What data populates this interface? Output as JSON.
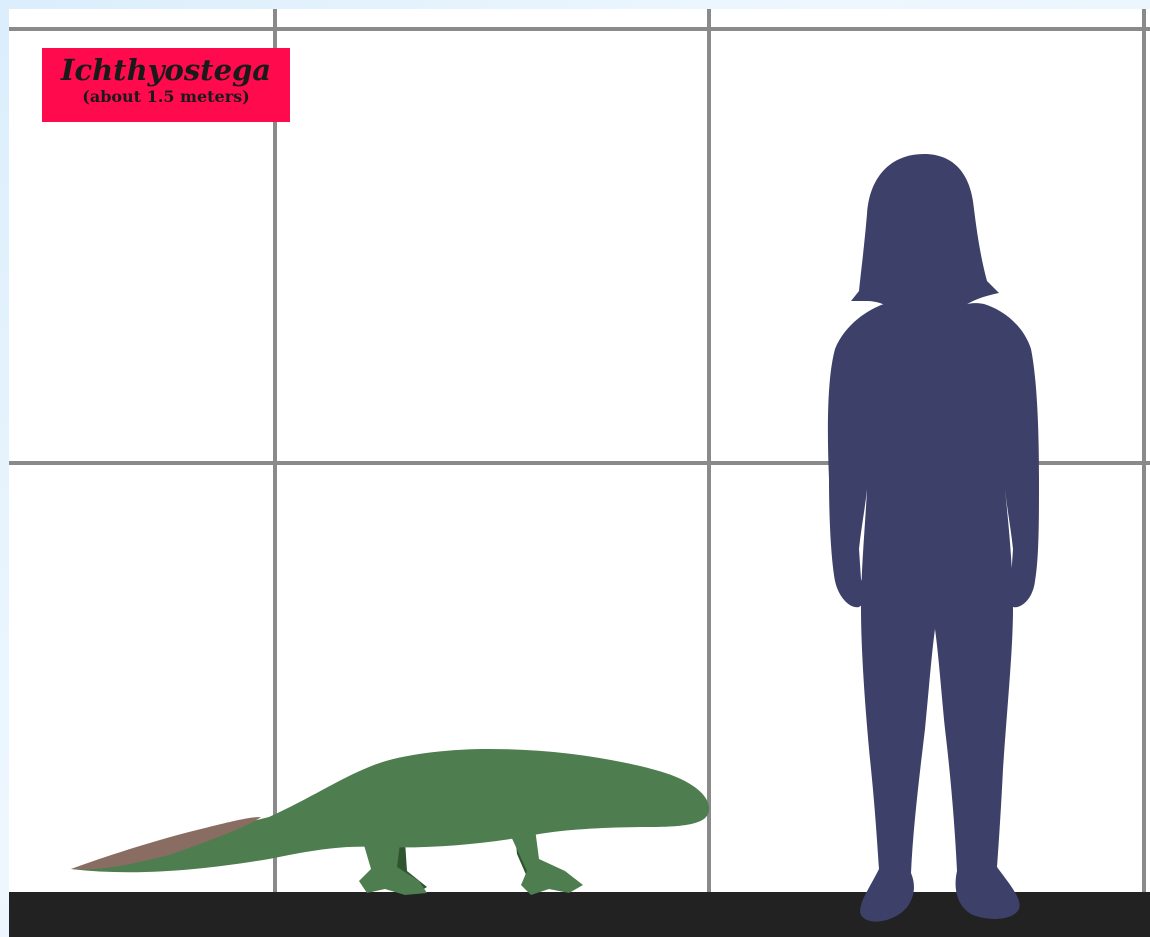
{
  "label": {
    "title": "Ichthyostega",
    "subtitle": "(about 1.5 meters)"
  },
  "colors": {
    "background": "#ffffff",
    "grid": "#8a8a8a",
    "ground": "#222222",
    "label_box": "#ff0a4c",
    "animal_body": "#4e7d4f",
    "animal_shadow": "#2f5530",
    "animal_tail_fin": "#8a6d62",
    "human_silhouette": "#3d4169"
  },
  "figures": {
    "animal": "ichthyostega-silhouette",
    "human": "human-silhouette"
  }
}
